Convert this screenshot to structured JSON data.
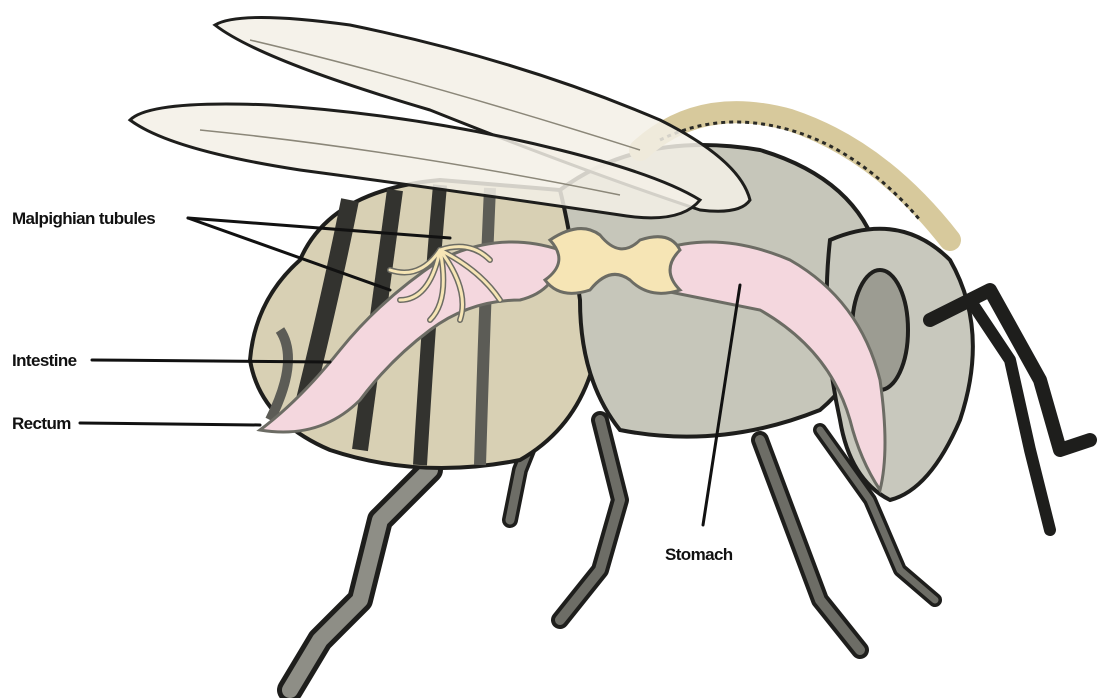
{
  "labels": {
    "malpighian": "Malpighian tubules",
    "intestine": "Intestine",
    "rectum": "Rectum",
    "stomach": "Stomach"
  },
  "colors": {
    "outline": "#1e1e1c",
    "body_grey": "#b9b9ad",
    "body_dark": "#5c5c56",
    "stripe_tan": "#d8d0b4",
    "wing_fill": "#f3f0e6",
    "hair": "#d7c99c",
    "gut_pink": "#f4d7de",
    "tubule_yellow": "#f6e5b5"
  }
}
